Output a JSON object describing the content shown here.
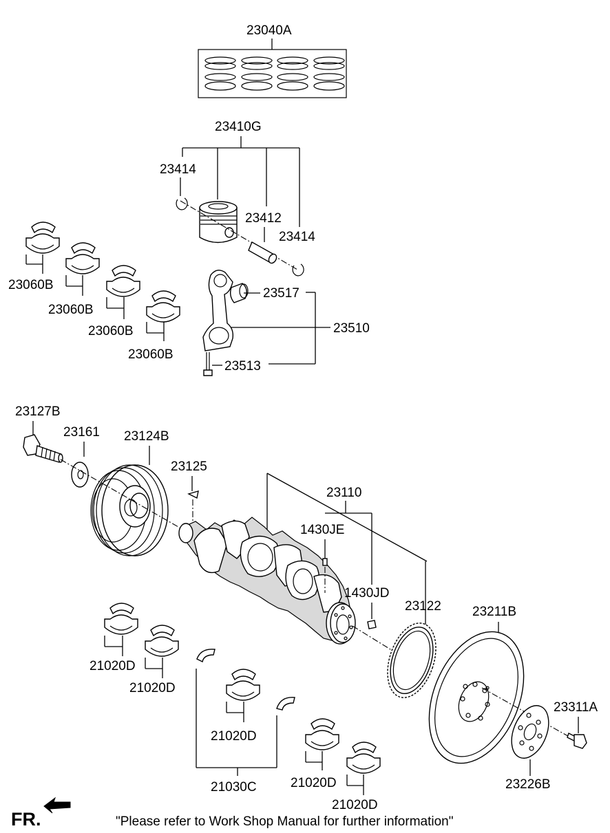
{
  "labels": {
    "p23040A": "23040A",
    "p23410G": "23410G",
    "p23414a": "23414",
    "p23412": "23412",
    "p23414b": "23414",
    "p23517": "23517",
    "p23510": "23510",
    "p23513": "23513",
    "p23060B1": "23060B",
    "p23060B2": "23060B",
    "p23060B3": "23060B",
    "p23060B4": "23060B",
    "p23127B": "23127B",
    "p23161": "23161",
    "p23124B": "23124B",
    "p23125": "23125",
    "p23110": "23110",
    "p1430JE": "1430JE",
    "p1430JD": "1430JD",
    "p23122": "23122",
    "p23211B": "23211B",
    "p23311A": "23311A",
    "p23226B": "23226B",
    "p21020D1": "21020D",
    "p21020D2": "21020D",
    "p21020D3": "21020D",
    "p21020D4": "21020D",
    "p21020D5": "21020D",
    "p21030C": "21030C"
  },
  "footer": {
    "fr": "FR.",
    "note": "\"Please refer to Work Shop Manual for further information\""
  },
  "icons": {
    "direction_arrow": "fr-arrow-icon"
  }
}
